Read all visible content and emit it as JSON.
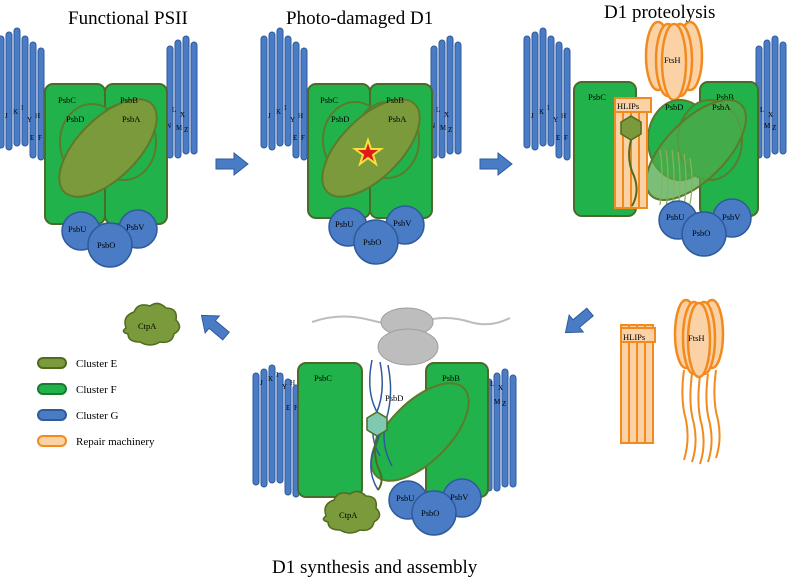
{
  "panels": {
    "functional": {
      "title": "Functional PSII"
    },
    "photodamaged": {
      "title": "Photo-damaged D1"
    },
    "proteolysis": {
      "title": "D1 proteolysis"
    },
    "synthesis": {
      "title": "D1 synthesis and assembly"
    }
  },
  "labels": {
    "psbc": "PsbC",
    "psbb": "PsbB",
    "psbd": "PsbD",
    "psba": "PsbA",
    "psbu": "PsbU",
    "psbv": "PsbV",
    "psbo": "PsbO",
    "ftsh": "FtsH",
    "hlips": "HLIPs",
    "ctpa": "CtpA",
    "small_left": [
      "J",
      "K",
      "I",
      "Y",
      "H",
      "E",
      "F"
    ],
    "small_right": [
      "L",
      "X",
      "N",
      "M",
      "Z"
    ]
  },
  "legend": [
    {
      "label": "Cluster  E",
      "color": "#7a9a3c",
      "border": "#4f6b20"
    },
    {
      "label": "Cluster  F",
      "color": "#22b24c",
      "border": "#1a7a2e"
    },
    {
      "label": "Cluster  G",
      "color": "#4a7cc6",
      "border": "#2e5a9c"
    },
    {
      "label": "Repair machinery",
      "color": "#fbd2a6",
      "border": "#f28a1e"
    }
  ],
  "colors": {
    "green": "#22b24c",
    "green_border": "#4a6b2a",
    "olive": "#7a9a3c",
    "olive_border": "#5d7a2a",
    "blue": "#4a7cc6",
    "blue_border": "#2e5a9c",
    "orange_fill": "#fbd2a6",
    "orange_border": "#f28a1e",
    "arrow": "#4a7cc6",
    "gray": "#bdbdbd"
  }
}
